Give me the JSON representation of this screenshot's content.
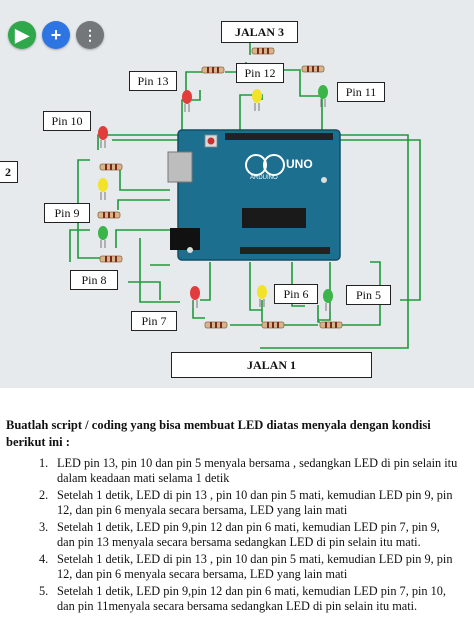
{
  "toolbar": {
    "play_icon": "play-icon",
    "add_icon": "plus-icon",
    "more_icon": "more-vertical-icon"
  },
  "circuit": {
    "board_logo": "UNO",
    "board_brand": "ARDUINO",
    "labels": {
      "jalan3": "JALAN 3",
      "jalan1": "JALAN 1",
      "jalan2_fragment": "2",
      "pin13": "Pin 13",
      "pin12": "Pin 12",
      "pin11": "Pin 11",
      "pin10": "Pin 10",
      "pin9": "Pin 9",
      "pin8": "Pin 8",
      "pin7": "Pin 7",
      "pin6": "Pin 6",
      "pin5": "Pin 5"
    },
    "colors": {
      "board": "#1c6f8f",
      "wire": "#1f9a3a",
      "led_red": "#e23d3d",
      "led_yellow": "#f2e22a",
      "led_green": "#3bb54a"
    }
  },
  "task": {
    "heading": "Buatlah script / coding yang bisa membuat LED diatas menyala dengan kondisi berikut ini :",
    "items": [
      {
        "num": "1.",
        "text": "LED pin 13, pin 10 dan pin 5 menyala bersama , sedangkan LED di pin selain itu dalam keadaan mati selama 1 detik"
      },
      {
        "num": "2.",
        "text": "Setelah 1 detik, LED di pin 13 , pin 10 dan pin 5 mati, kemudian LED pin 9, pin 12, dan pin 6 menyala secara bersama, LED yang lain mati"
      },
      {
        "num": "3.",
        "text": "Setelah 1 detik, LED pin 9,pin 12 dan pin 6 mati, kemudian LED pin 7, pin 9, dan pin 13 menyala secara bersama sedangkan LED di pin selain itu mati."
      },
      {
        "num": "4.",
        "text": "Setelah 1 detik, LED di pin 13 , pin 10 dan pin 5 mati, kemudian LED pin 9, pin 12, dan pin 6 menyala secara bersama, LED yang lain mati"
      },
      {
        "num": "5.",
        "text": "Setelah 1 detik, LED pin 9,pin 12 dan pin 6 mati, kemudian LED pin 7, pin 10, dan pin 11menyala secara bersama sedangkan LED di pin selain itu mati."
      }
    ]
  }
}
